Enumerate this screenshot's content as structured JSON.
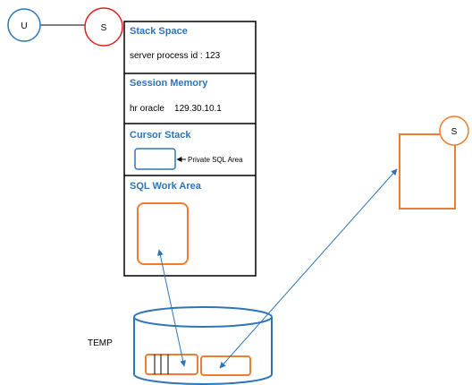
{
  "nodes": {
    "user": "U",
    "server": "S",
    "remote_server": "S"
  },
  "pga": {
    "stack_space": {
      "title": "Stack Space",
      "text": "server process id : 123"
    },
    "session_memory": {
      "title": "Session Memory",
      "text": "hr oracle    129.30.10.1"
    },
    "cursor_stack": {
      "title": "Cursor Stack",
      "private_sql_area": "Private SQL Area"
    },
    "sql_work_area": {
      "title": "SQL Work Area"
    }
  },
  "temp": {
    "label": "TEMP"
  },
  "colors": {
    "blue": "#2e75b6",
    "red": "#e02020",
    "orange": "#ed7d31",
    "title_blue": "#2e75b6"
  }
}
